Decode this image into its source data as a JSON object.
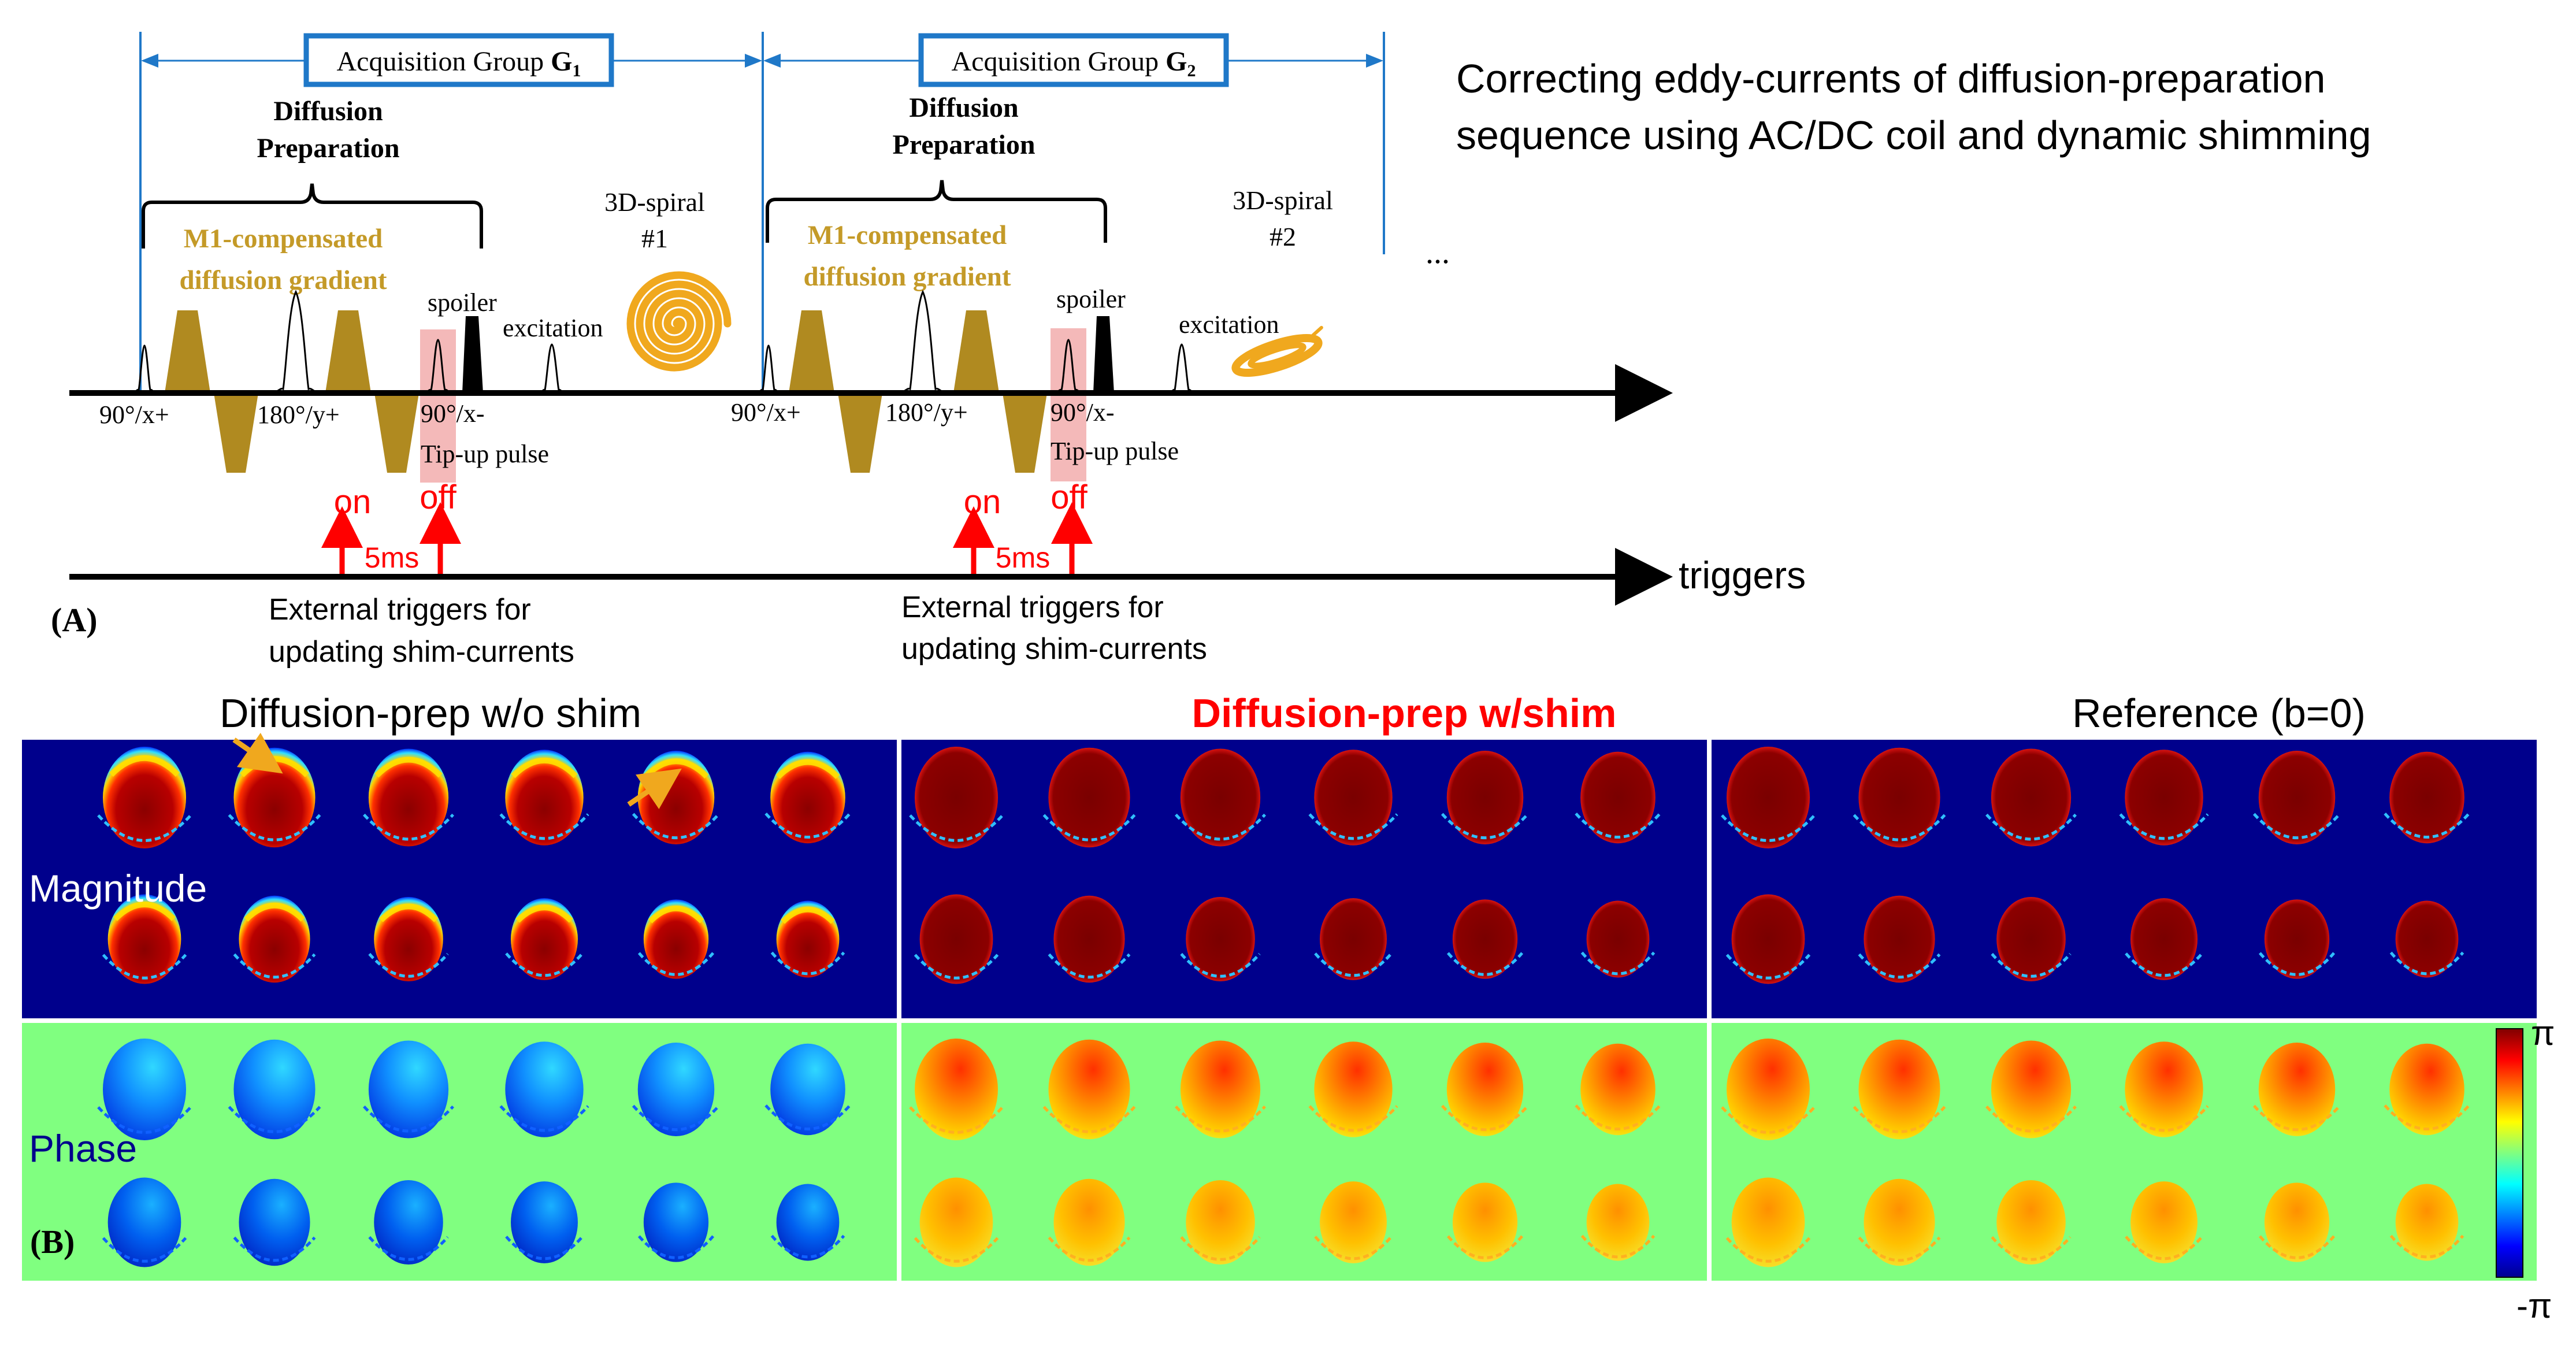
{
  "panel_a": {
    "group1": {
      "prefix": "Acquisition Group ",
      "bold": "G",
      "sub": "1"
    },
    "group2": {
      "prefix": "Acquisition Group ",
      "bold": "G",
      "sub": "2"
    },
    "headline_line1": "Correcting eddy-currents of diffusion-preparation",
    "headline_line2": "sequence using AC/DC coil and dynamic shimming",
    "diffprep_line1": "Diffusion",
    "diffprep_line2": "Preparation",
    "m1_line1": "M1-compensated",
    "m1_line2": "diffusion gradient",
    "spoiler": "spoiler",
    "excitation": "excitation",
    "spiral1_line1": "3D-spiral",
    "spiral1_line2": "#1",
    "spiral2_line1": "3D-spiral",
    "spiral2_line2": "#2",
    "ellipsis": "...",
    "pulse_90x_plus": "90°/x+",
    "pulse_180y_plus": "180°/y+",
    "pulse_90x_minus": "90°/x-",
    "tipup": "Tip-up pulse",
    "on": "on",
    "off": "off",
    "delay": "5ms",
    "triggers": "triggers",
    "ext_line1": "External triggers for",
    "ext_line2": "updating shim-currents",
    "label": "(A)"
  },
  "panel_b": {
    "label": "(B)",
    "col_titles": [
      "Diffusion-prep w/o shim",
      "Diffusion-prep w/shim",
      "Reference (b=0)"
    ],
    "row_magnitude": "Magnitude",
    "row_phase": "Phase",
    "colorbar_max": "π",
    "colorbar_min": "-π"
  },
  "colors": {
    "gradient_gold": "#b08a20",
    "title_gold": "#c49a28",
    "spiral_orange": "#f0a81e",
    "group_box_blue": "#1f78c8",
    "red": "#ff0000",
    "pulse_highlight": "#f4b9b9",
    "magnitude_bg": "#00008c",
    "phase_bg": "#80ff80",
    "highlight_title": "#ff0000"
  }
}
